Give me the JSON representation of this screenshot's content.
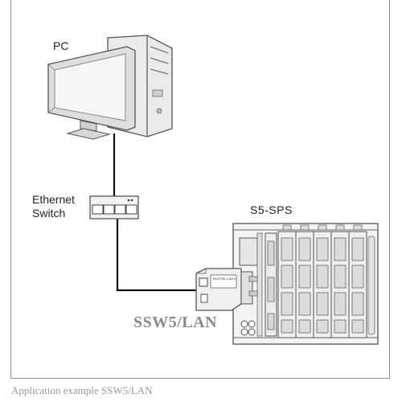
{
  "labels": {
    "pc": "PC",
    "switch_line1": "Ethernet",
    "switch_line2": "Switch",
    "sps": "S5-SPS",
    "adapter": "SSW5/LAN",
    "adapter_sticker": "TELETEL LAN II"
  },
  "caption": "Application example SSW5/LAN",
  "colors": {
    "cable": "#111111",
    "frame": "#8f8f8f",
    "device_fill": "#f2f2f2",
    "device_stroke": "#555555",
    "label_gray": "#8a8a8a"
  },
  "icons": {
    "pc": "desktop-computer-icon",
    "switch": "ethernet-switch-icon",
    "plc": "plc-rack-icon",
    "adapter": "adapter-module-icon"
  }
}
